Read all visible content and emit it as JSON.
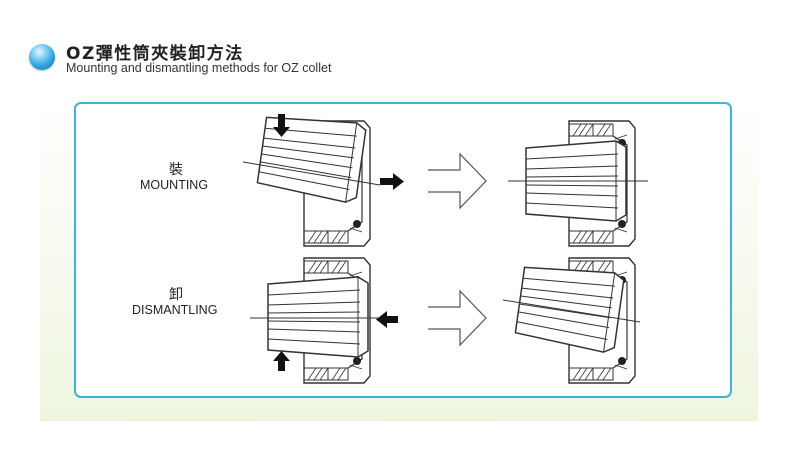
{
  "header": {
    "title": "OZ彈性筒夾裝卸方法",
    "subtitle": "Mounting and dismantling methods for OZ collet"
  },
  "mounting": {
    "label_cn": "裝",
    "label_en": "MOUNTING"
  },
  "dismantling": {
    "label_cn": "卸",
    "label_en": "DISMANTLING"
  },
  "colors": {
    "frame": "#3cb4d6",
    "line": "#333333",
    "bullet": "#2a9fd9"
  },
  "icons": [
    "bullet-icon",
    "arrow-down-icon",
    "arrow-up-icon",
    "arrow-right-icon",
    "arrow-left-icon",
    "hollow-arrow-icon"
  ]
}
